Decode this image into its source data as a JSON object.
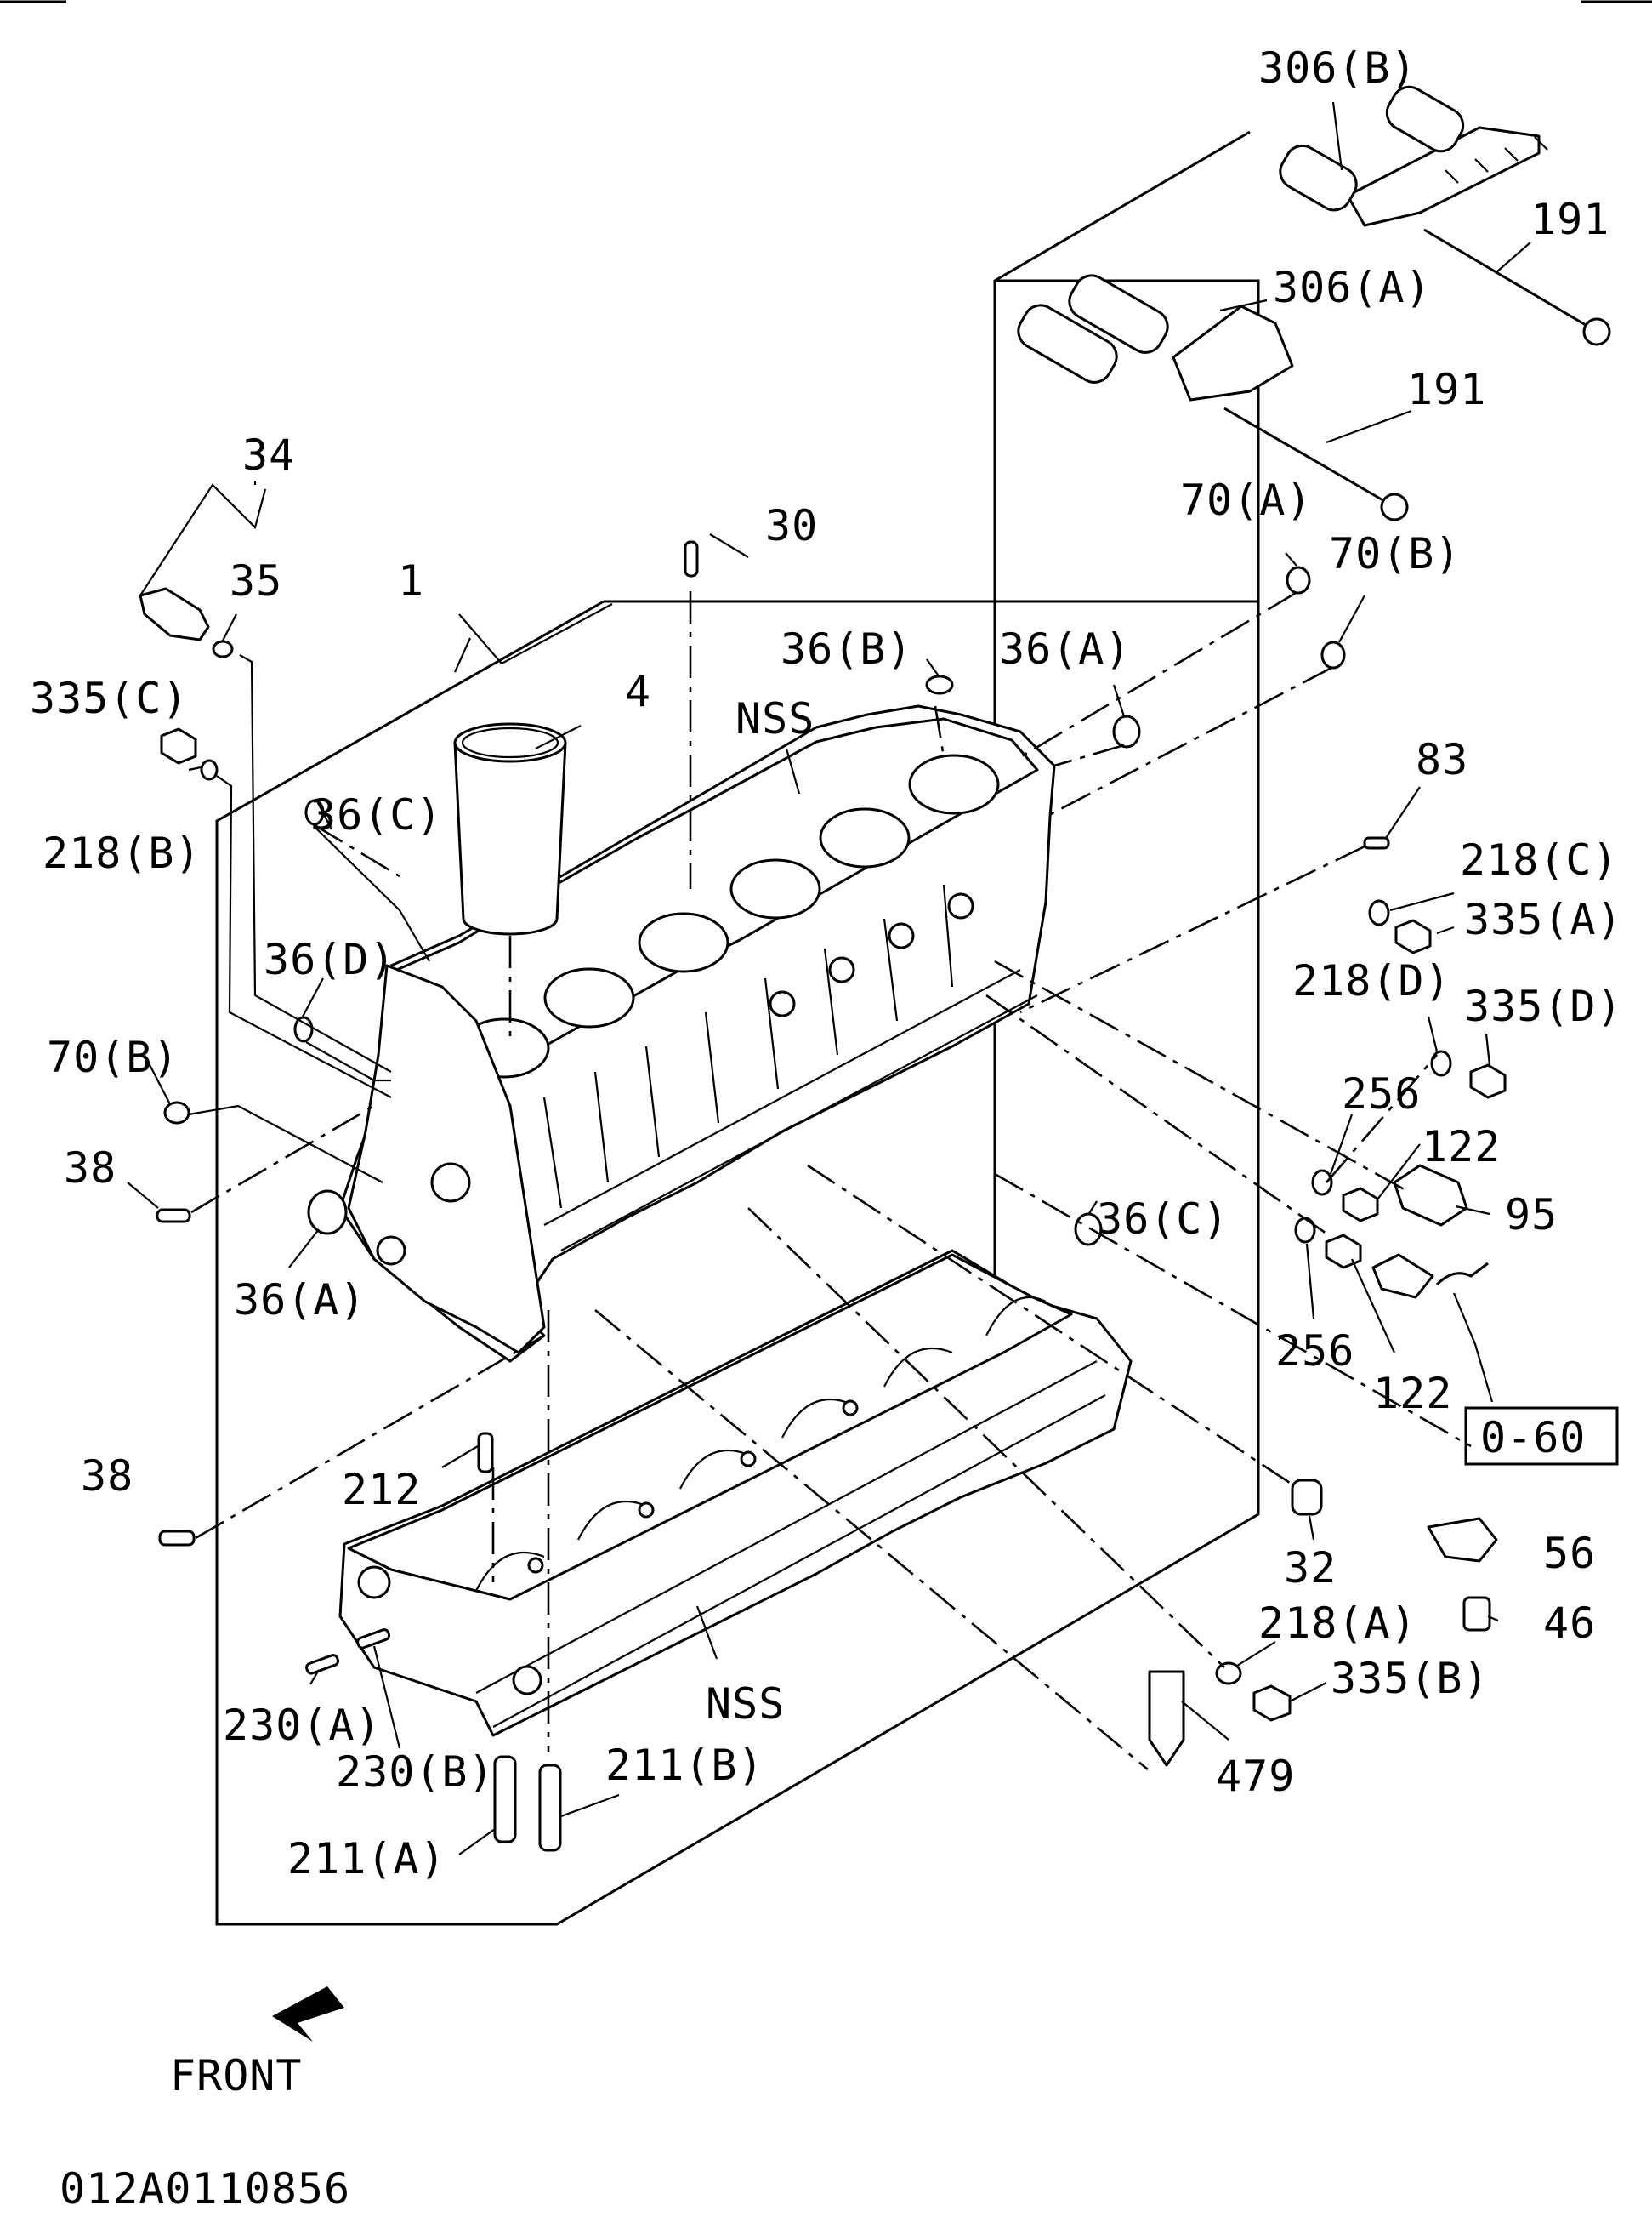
{
  "diagram_id": "012A0110856",
  "front_label": "FRONT",
  "reference_box": "0-60",
  "labels": {
    "l1": "1",
    "l4": "4",
    "l30": "30",
    "l34": "34",
    "l35": "35",
    "l335c": "335(C)",
    "l218b": "218(B)",
    "l36c_top": "36(C)",
    "l36d": "36(D)",
    "l70b_left": "70(B)",
    "l38_top": "38",
    "l36a_left": "36(A)",
    "l36b": "36(B)",
    "l36a_right": "36(A)",
    "lnss_top": "NSS",
    "l306b": "306(B)",
    "l191_top": "191",
    "l306a": "306(A)",
    "l191_mid": "191",
    "l70a": "70(A)",
    "l70b_right": "70(B)",
    "l83": "83",
    "l218c": "218(C)",
    "l335a": "335(A)",
    "l218d": "218(D)",
    "l335d": "335(D)",
    "l256_top": "256",
    "l122_top": "122",
    "l95": "95",
    "l36c_mid": "36(C)",
    "l256_bot": "256",
    "l122_bot": "122",
    "l38_bot": "38",
    "l212": "212",
    "l32": "32",
    "l56": "56",
    "l46": "46",
    "l218a": "218(A)",
    "l335b": "335(B)",
    "lnss_bot": "NSS",
    "l230a": "230(A)",
    "l230b": "230(B)",
    "l211b": "211(B)",
    "l211a": "211(A)",
    "l479": "479"
  }
}
